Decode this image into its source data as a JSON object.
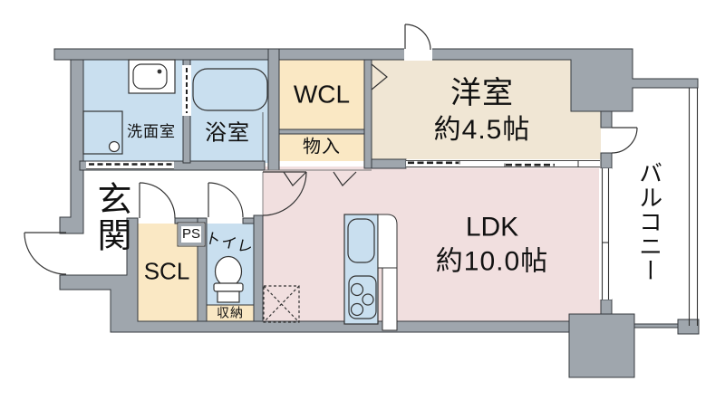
{
  "colors": {
    "wall": "#9FA6AD",
    "line": "#35393E",
    "water": "#C9DFEF",
    "closet": "#FAE8C4",
    "bedroom": "#F0E6D4",
    "ldk": "#F1DFDF",
    "floorline": "#666666"
  },
  "rooms": {
    "entrance": {
      "label": "玄関"
    },
    "washroom": {
      "label": "洗面室"
    },
    "bathroom": {
      "label": "浴室"
    },
    "wcl": {
      "label": "WCL"
    },
    "storage_small": {
      "label": "物入"
    },
    "western_room": {
      "label": "洋室",
      "size": "約4.5帖"
    },
    "ldk": {
      "label": "LDK",
      "size": "約10.0帖"
    },
    "balcony": {
      "label": "バルコニー"
    },
    "scl": {
      "label": "SCL"
    },
    "ps": {
      "label": "PS"
    },
    "toilet": {
      "label": "トイレ"
    },
    "toilet_storage": {
      "label": "収納"
    }
  }
}
